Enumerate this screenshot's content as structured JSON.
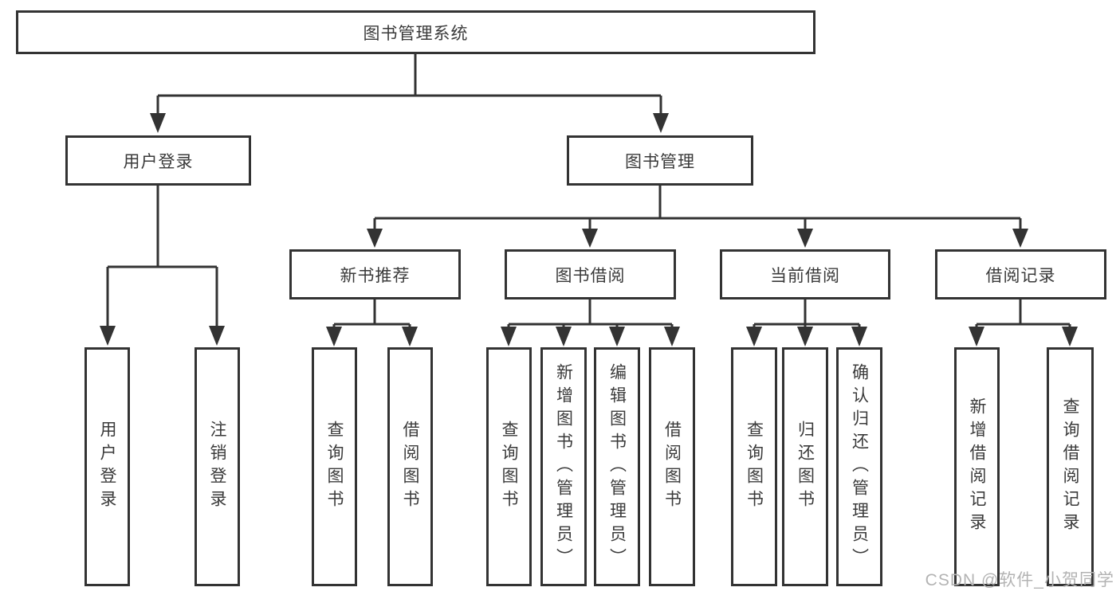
{
  "diagram": {
    "title": "图书管理系统",
    "tree": {
      "label": "图书管理系统",
      "children": [
        {
          "label": "用户登录",
          "children": [
            {
              "label": "用户登录"
            },
            {
              "label": "注销登录"
            }
          ]
        },
        {
          "label": "图书管理",
          "children": [
            {
              "label": "新书推荐",
              "children": [
                {
                  "label": "查询图书"
                },
                {
                  "label": "借阅图书"
                }
              ]
            },
            {
              "label": "图书借阅",
              "children": [
                {
                  "label": "查询图书"
                },
                {
                  "label": "新增图书（管理员）"
                },
                {
                  "label": "编辑图书（管理员）"
                },
                {
                  "label": "借阅图书"
                }
              ]
            },
            {
              "label": "当前借阅",
              "children": [
                {
                  "label": "查询图书"
                },
                {
                  "label": "归还图书"
                },
                {
                  "label": "确认归还（管理员）"
                }
              ]
            },
            {
              "label": "借阅记录",
              "children": [
                {
                  "label": "新增借阅记录"
                },
                {
                  "label": "查询借阅记录"
                }
              ]
            }
          ]
        }
      ]
    },
    "watermark": "CSDN @软件_小贺同学",
    "colors": {
      "line": "#333333",
      "text": "#3a3a3a",
      "background": "#ffffff",
      "watermark": "#b3b3b3"
    }
  }
}
